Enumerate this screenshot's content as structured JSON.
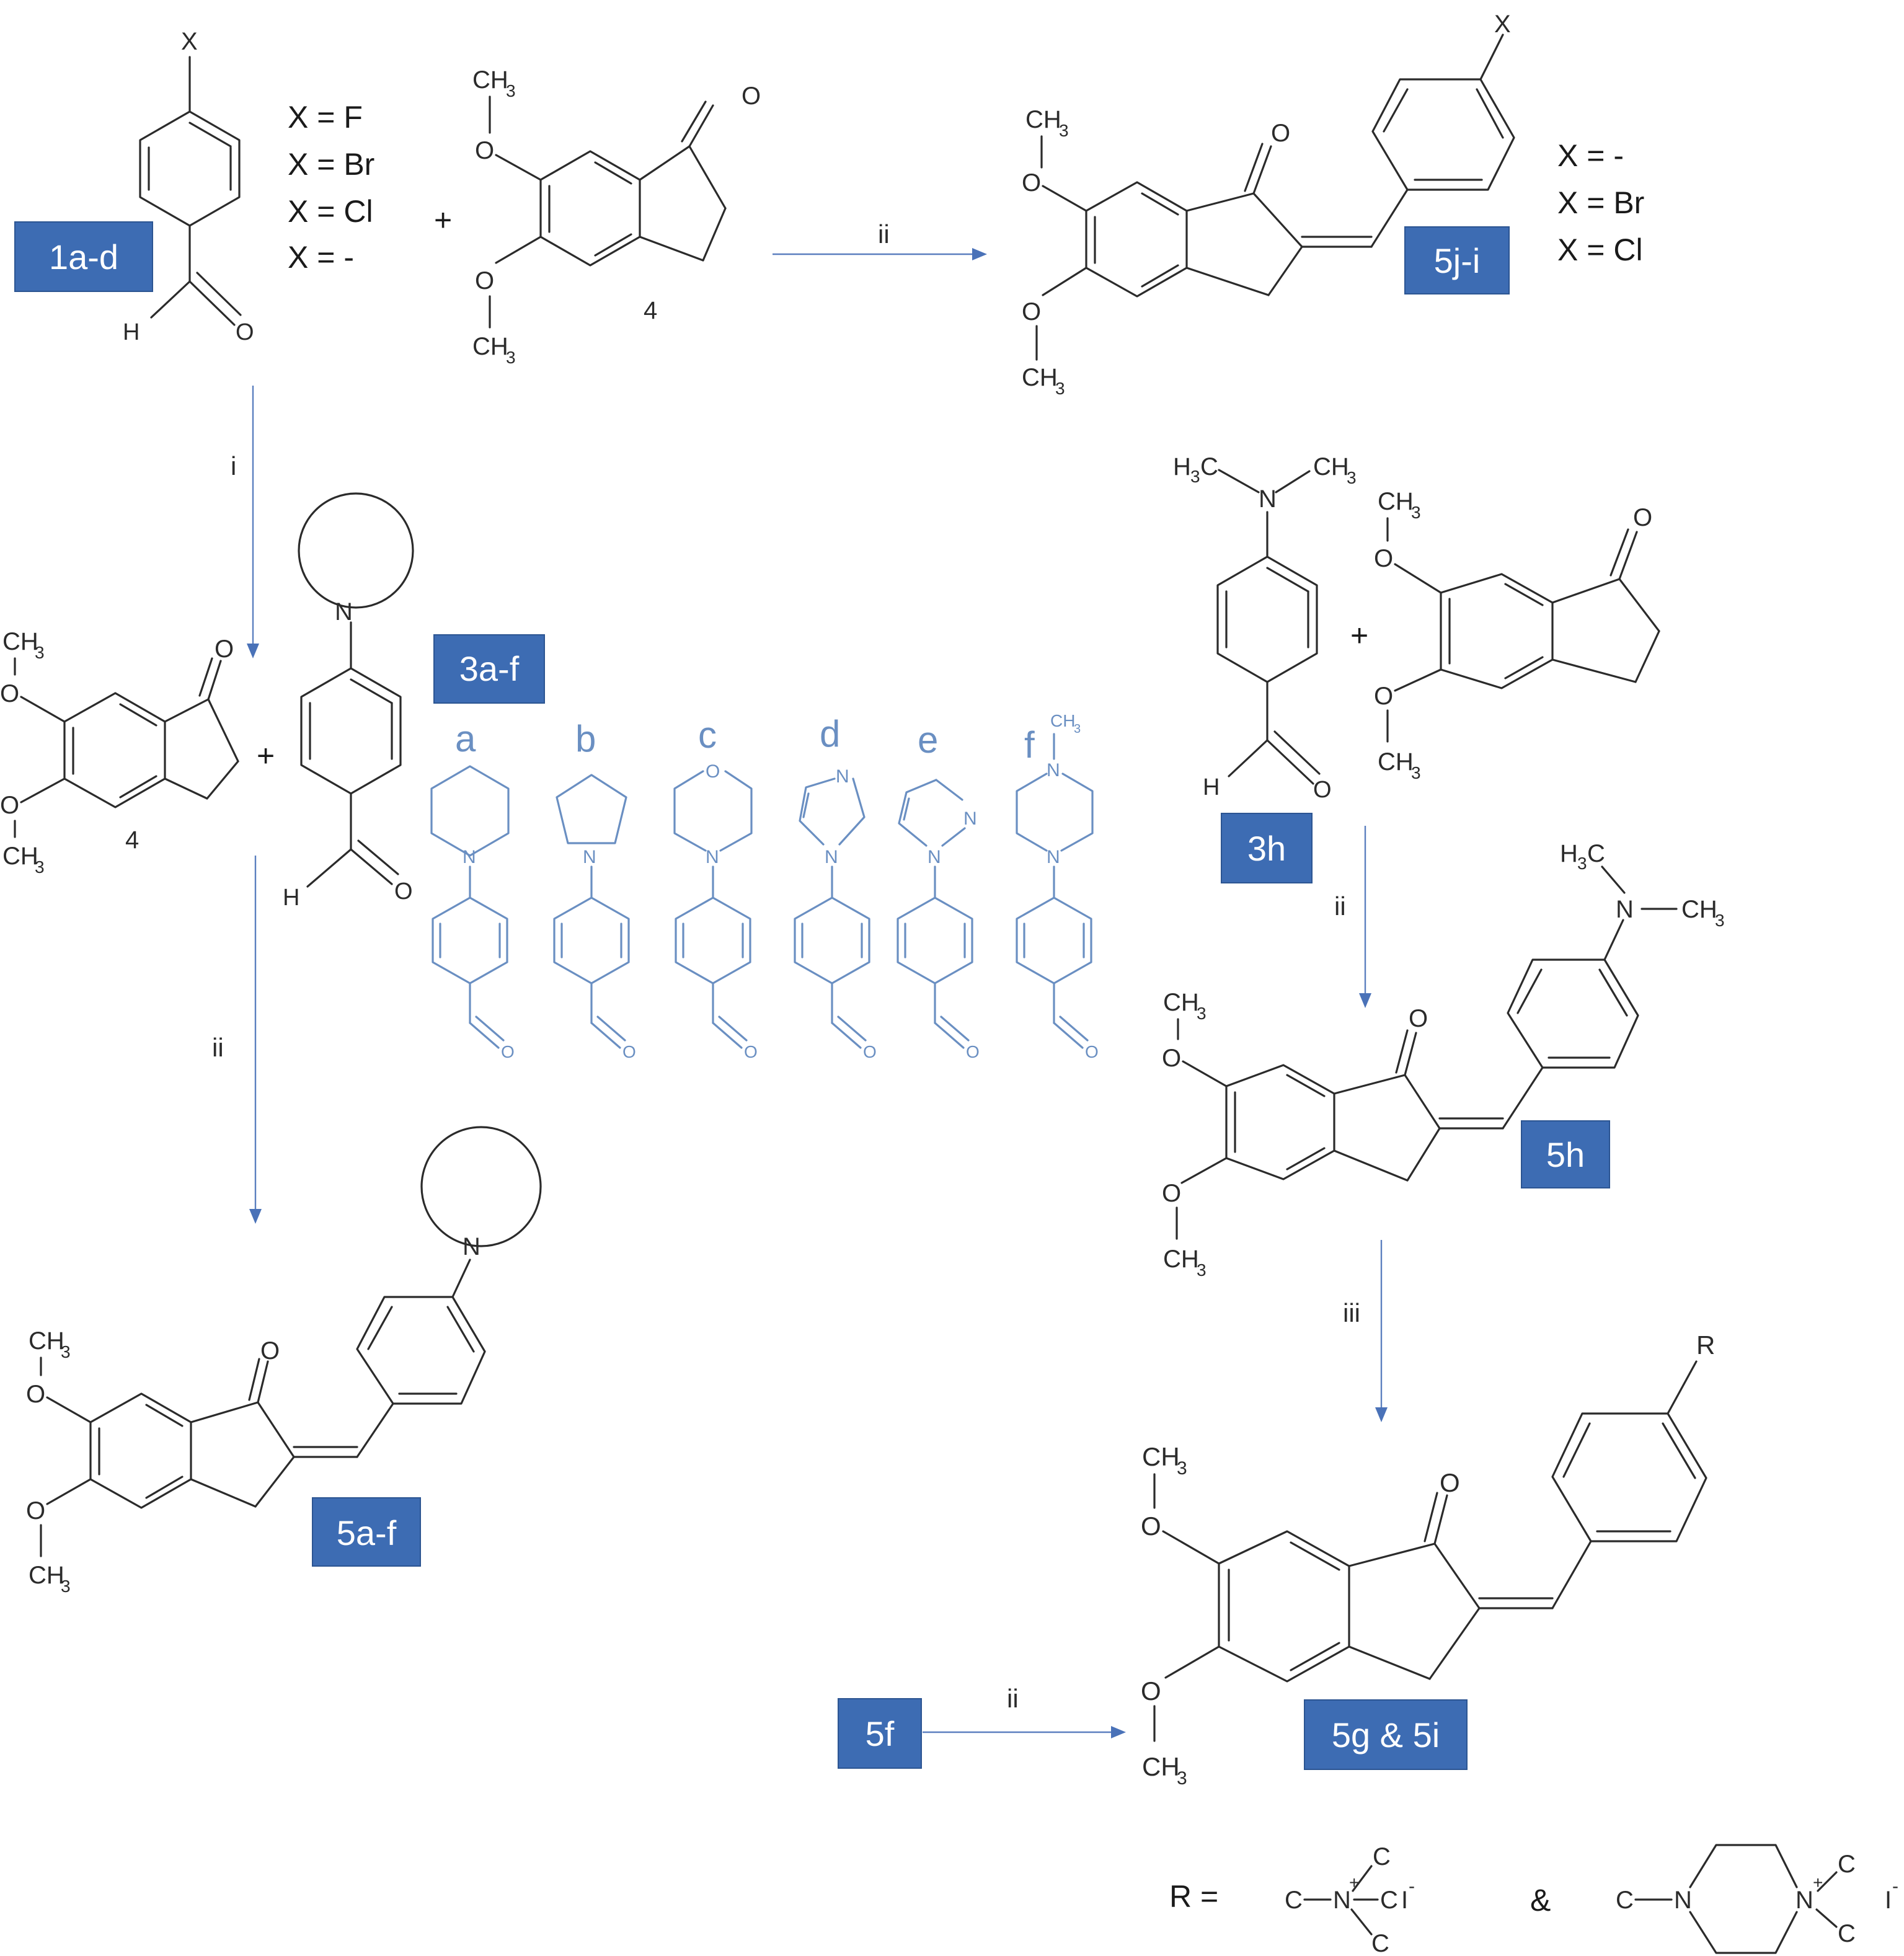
{
  "badges": {
    "b1ad": "1a-d",
    "b5ji": "5j-i",
    "b3af": "3a-f",
    "b3h": "3h",
    "b5h": "5h",
    "b5af": "5a-f",
    "b5f": "5f",
    "b5g5i": "5g & 5i"
  },
  "substituent_list_1": [
    "X = F",
    "X = Br",
    "X = Cl",
    "X = -"
  ],
  "substituent_list_2": [
    "X = -",
    "X = Br",
    "X = Cl"
  ],
  "arrow_labels": {
    "i": "i",
    "ii": "ii",
    "iii": "iii"
  },
  "compound_numbers": {
    "indanone": "4"
  },
  "plus_sign": "+",
  "ring_letters": [
    "a",
    "b",
    "c",
    "d",
    "e",
    "f"
  ],
  "r_definition": {
    "r_eq": "R =",
    "amp": "&"
  },
  "atoms": {
    "X": "X",
    "O": "O",
    "H": "H",
    "N": "N",
    "C": "C",
    "R": "R",
    "I": "I",
    "CH": "CH",
    "sub3": "3",
    "H3C": "H",
    "plus": "+",
    "minus": "-"
  }
}
